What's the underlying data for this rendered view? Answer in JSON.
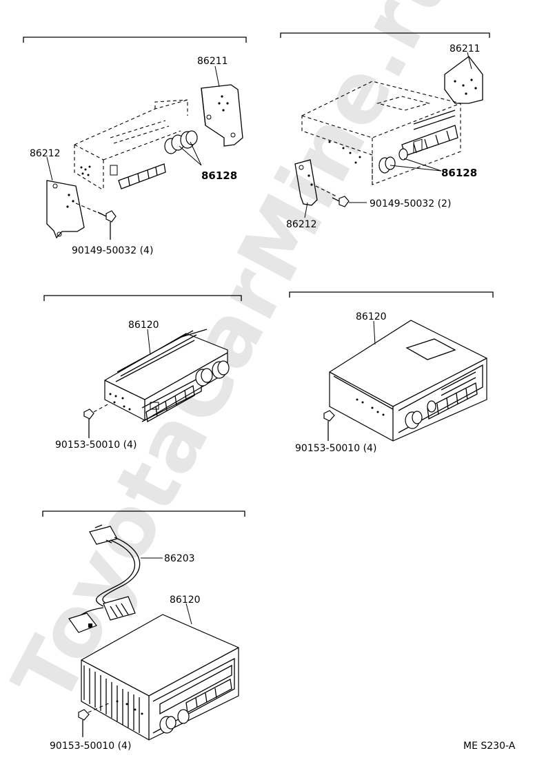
{
  "watermark": "ToyotaCarMine.ru",
  "footer_code": "ME S230-A",
  "panels": {
    "top_left": {
      "bracket_right": "86211",
      "bracket_left": "86212",
      "knob": "86128",
      "screw": "90149-50032 (4)"
    },
    "top_right": {
      "bracket_right": "86211",
      "bracket_left": "86212",
      "knob": "86128",
      "screw": "90149-50032 (2)"
    },
    "mid_left": {
      "radio": "86120",
      "screw": "90153-50010 (4)"
    },
    "mid_right": {
      "radio": "86120",
      "screw": "90153-50010 (4)"
    },
    "bottom_left": {
      "harness": "86203",
      "radio": "86120",
      "screw": "90153-50010 (4)"
    }
  }
}
